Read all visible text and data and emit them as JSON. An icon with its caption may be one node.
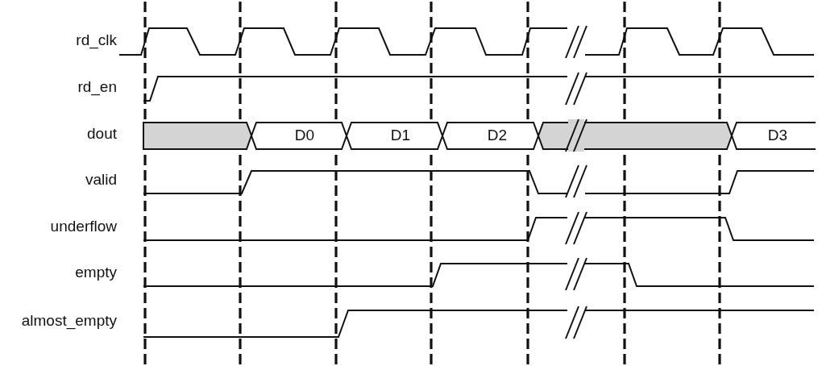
{
  "diagram": {
    "labels": [
      "rd_clk",
      "rd_en",
      "dout",
      "valid",
      "underflow",
      "empty",
      "almost_empty",
      "D0",
      "D1",
      "D2",
      "D3"
    ]
  }
}
